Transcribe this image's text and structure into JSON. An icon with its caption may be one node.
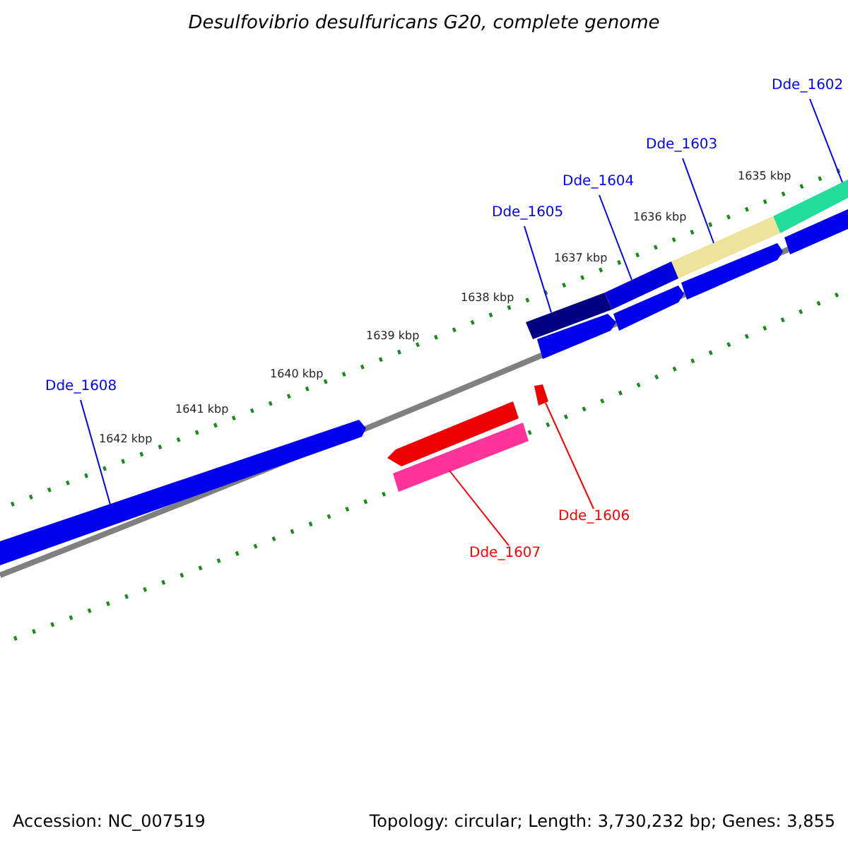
{
  "diagram": {
    "title": "Desulfovibrio desulfuricans G20, complete genome",
    "nodes": [
      {
        "text": [
          "Dde_1602"
        ]
      },
      {
        "text": [
          "Dde_1603"
        ]
      },
      {
        "text": [
          "Dde_1604"
        ]
      },
      {
        "text": [
          "Dde_1605"
        ]
      },
      {
        "text": [
          "Dde_1608"
        ]
      },
      {
        "text": [
          "Dde_1606"
        ]
      },
      {
        "text": [
          "Dde_1607"
        ]
      },
      {
        "text": [],
        "shape": "bar"
      },
      {
        "text": [],
        "shape": "bar"
      },
      {
        "text": [],
        "shape": "bar"
      },
      {
        "text": [],
        "shape": "bar"
      },
      {
        "text": [],
        "shape": "bar"
      },
      {
        "text": [],
        "shape": "bar"
      },
      {
        "text": [],
        "shape": "bar"
      },
      {
        "text": [],
        "shape": "bar"
      },
      {
        "text": [],
        "shape": "bar"
      },
      {
        "text": [],
        "shape": "bar"
      },
      {
        "text": [],
        "shape": "bar"
      },
      {
        "text": [],
        "shape": "bar"
      }
    ],
    "edges": [
      {
        "from": 0,
        "to": 7,
        "arrow": "none"
      },
      {
        "from": 1,
        "to": 8,
        "arrow": "none"
      },
      {
        "from": 2,
        "to": 9,
        "arrow": "none"
      },
      {
        "from": 3,
        "to": 10,
        "arrow": "none"
      },
      {
        "from": 4,
        "to": 11,
        "arrow": "none"
      },
      {
        "from": 5,
        "to": 12,
        "arrow": "none",
        "color": "#ff0000"
      },
      {
        "from": 6,
        "to": 13,
        "arrow": "none",
        "color": "#ff0000"
      }
    ],
    "labels": [
      "1635 kbp",
      "1636 kbp",
      "1637 kbp",
      "1638 kbp",
      "1639 kbp",
      "1640 kbp",
      "1641 kbp",
      "1642 kbp",
      "Accession: NC_007519",
      "Topology: circular; Length: 3,730,232 bp; Genes: 3,855"
    ]
  }
}
